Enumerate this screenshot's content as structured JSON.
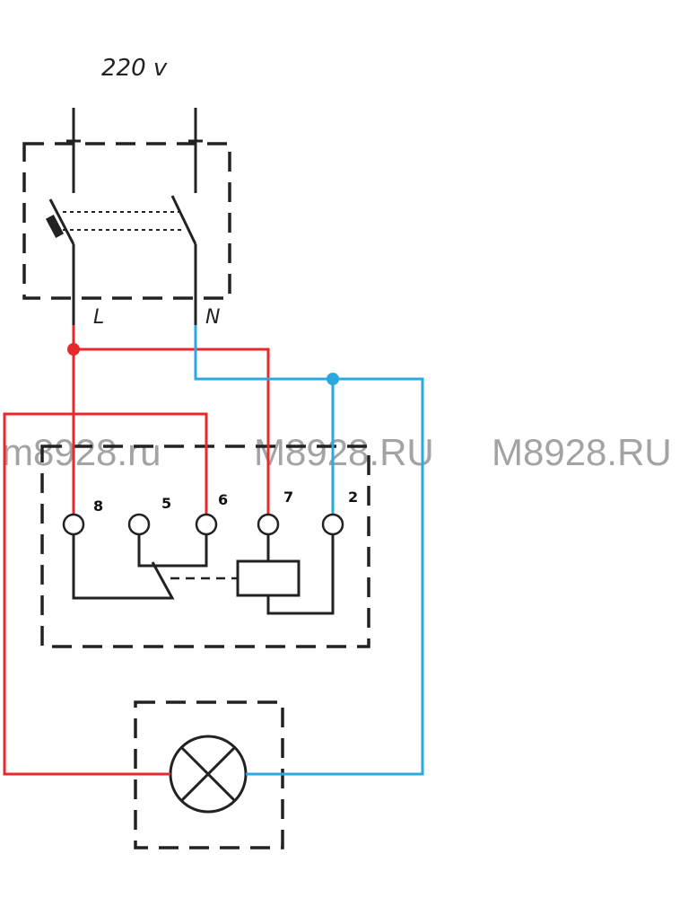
{
  "labels": {
    "voltage": "220 v",
    "line": "L",
    "neutral": "N"
  },
  "terminals": [
    "8",
    "5",
    "6",
    "7",
    "2"
  ],
  "watermark": {
    "left": "m8928.ru",
    "center": "M8928.RU",
    "right": "M8928.RU"
  },
  "colors": {
    "phase": "#e8292b",
    "neutral": "#2aa9e0",
    "line": "#222222",
    "watermark": "#9a9a9a"
  }
}
